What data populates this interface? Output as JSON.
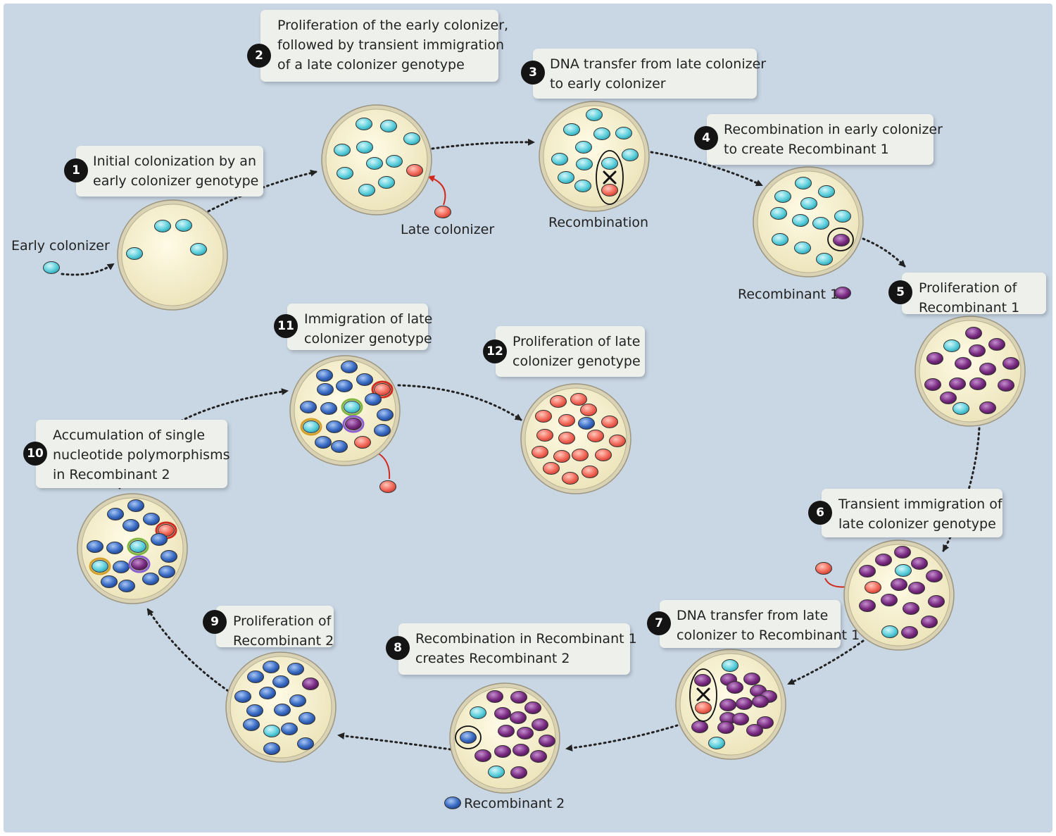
{
  "steps": [
    {
      "num": "1",
      "text": "Initial colonization by an\nearly colonizer genotype"
    },
    {
      "num": "2",
      "text": "Proliferation of the early colonizer,\nfollowed by transient immigration\nof a late colonizer genotype"
    },
    {
      "num": "3",
      "text": "DNA transfer from late colonizer\nto early colonizer"
    },
    {
      "num": "4",
      "text": "Recombination in early colonizer\nto create Recombinant 1"
    },
    {
      "num": "5",
      "text": "Proliferation of\nRecombinant 1"
    },
    {
      "num": "6",
      "text": "Transient immigration of\nlate colonizer genotype"
    },
    {
      "num": "7",
      "text": "DNA transfer from late\ncolonizer to Recombinant 1"
    },
    {
      "num": "8",
      "text": "Recombination in Recombinant 1\ncreates Recombinant 2"
    },
    {
      "num": "9",
      "text": "Proliferation of\nRecombinant 2"
    },
    {
      "num": "10",
      "text": "Accumulation of single\nnucleotide polymorphisms\nin Recombinant 2"
    },
    {
      "num": "11",
      "text": "Immigration of late\ncolonizer genotype"
    },
    {
      "num": "12",
      "text": "Proliferation of late\ncolonizer genotype"
    }
  ],
  "labels": {
    "early_colonizer": "Early colonizer",
    "late_colonizer": "Late colonizer",
    "recombination": "Recombination",
    "recombinant_1": "Recombinant 1",
    "recombinant_2": "Recombinant 2"
  },
  "colors": {
    "background": "#c9d6e3",
    "plate_fill": "#f7f2d6",
    "early_colonizer": "#5ed0dc",
    "late_colonizer": "#f26a5a",
    "recombinant_1": "#7a2c82",
    "recombinant_2": "#3a6cc4",
    "arrow": "#222222",
    "immigration_arrow": "#d12a1e"
  }
}
